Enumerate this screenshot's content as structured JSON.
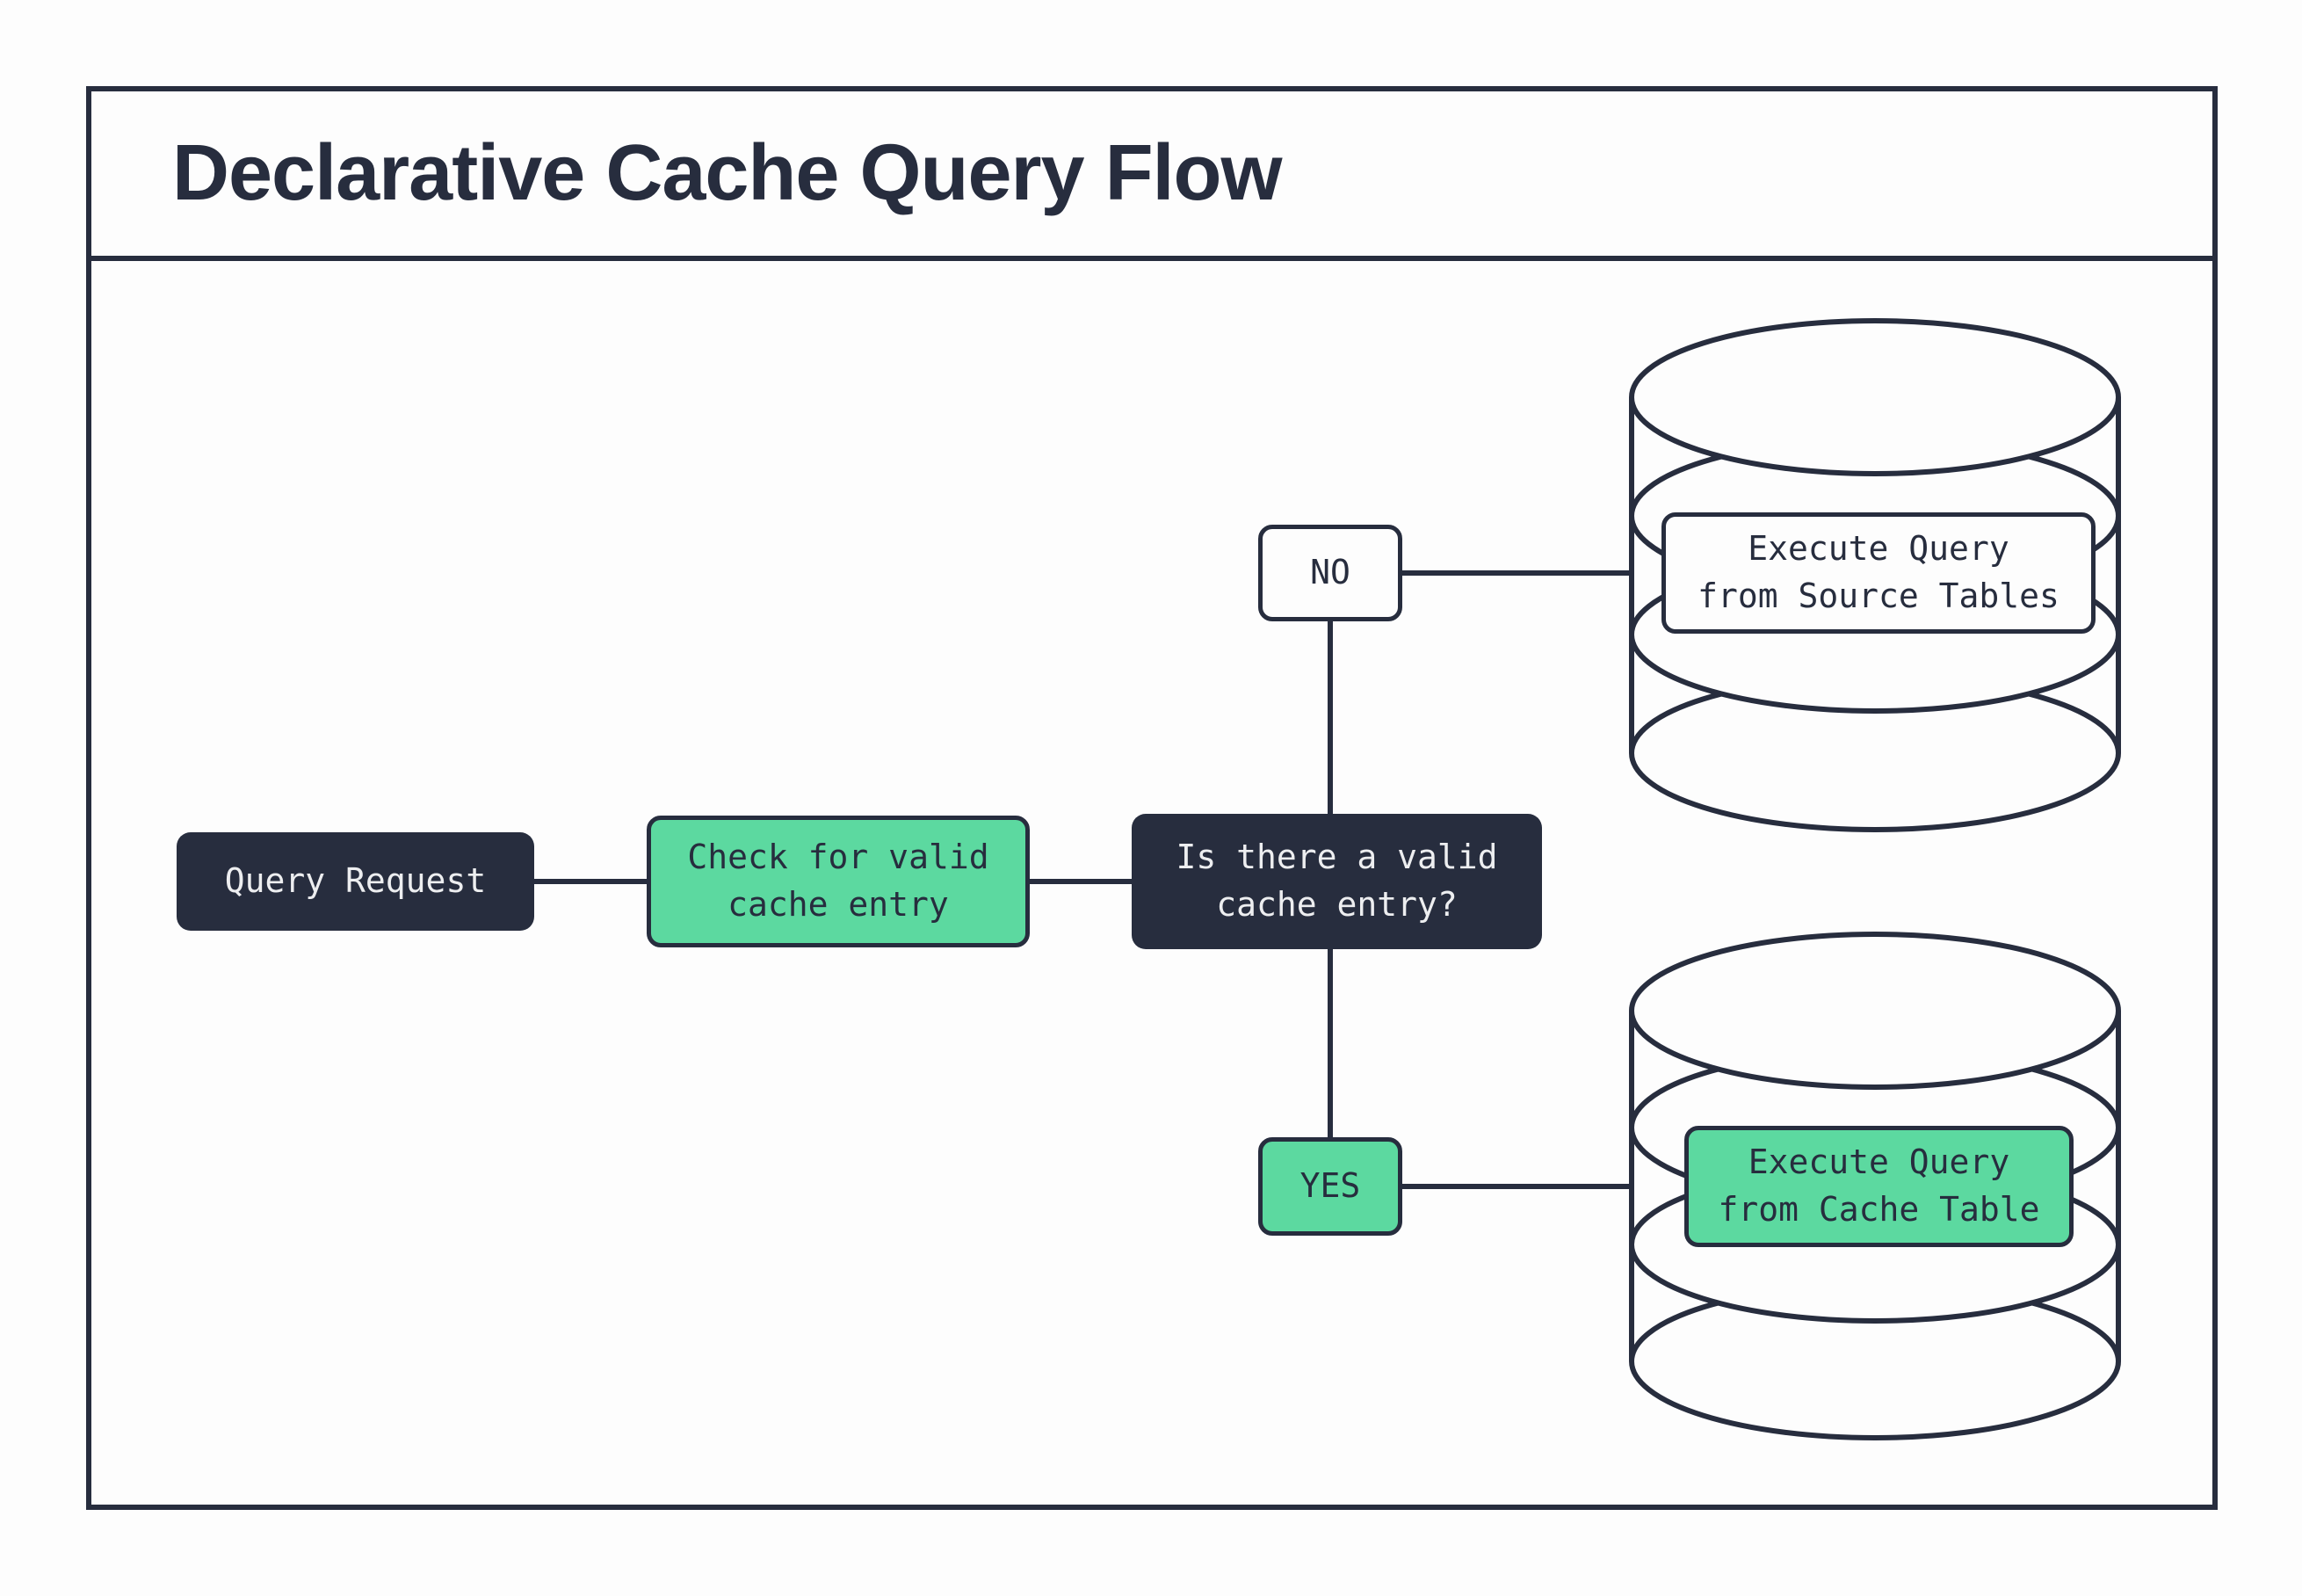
{
  "title": "Declarative Cache Query Flow",
  "colors": {
    "dark_navy": "#272D3E",
    "green": "#5CD9A0",
    "paper": "#FDFDFD",
    "light_text": "#EDEEF0"
  },
  "nodes": {
    "query_request": {
      "label": "Query Request"
    },
    "check_cache": {
      "label": "Check for valid\ncache entry"
    },
    "decision": {
      "label": "Is there a valid\ncache entry?"
    },
    "branch_no": {
      "label": "NO"
    },
    "branch_yes": {
      "label": "YES"
    },
    "source_db": {
      "label": "Execute Query\nfrom Source Tables"
    },
    "cache_db": {
      "label": "Execute Query\nfrom Cache Table"
    }
  }
}
